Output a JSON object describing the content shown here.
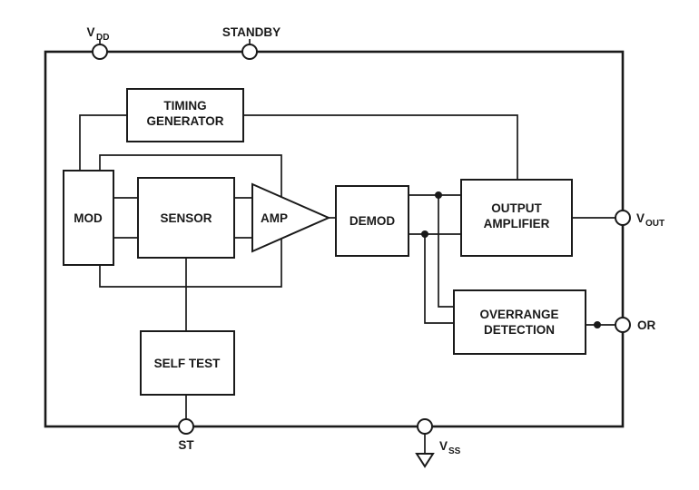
{
  "diagram": {
    "title": "functional-block-diagram",
    "colors": {
      "background": "#ffffff",
      "line": "#1a1a1a"
    },
    "pins": {
      "vdd": {
        "main": "V",
        "sub": "DD"
      },
      "standby": {
        "label": "STANDBY"
      },
      "vout": {
        "main": "V",
        "sub": "OUT"
      },
      "or": {
        "label": "OR"
      },
      "st": {
        "label": "ST"
      },
      "vss": {
        "main": "V",
        "sub": "SS"
      }
    },
    "blocks": {
      "timing_generator": {
        "line1": "TIMING",
        "line2": "GENERATOR"
      },
      "mod": {
        "label": "MOD"
      },
      "sensor": {
        "label": "SENSOR"
      },
      "amp": {
        "label": "AMP"
      },
      "demod": {
        "label": "DEMOD"
      },
      "output_amplifier": {
        "line1": "OUTPUT",
        "line2": "AMPLIFIER"
      },
      "overrange_detection": {
        "line1": "OVERRANGE",
        "line2": "DETECTION"
      },
      "self_test": {
        "label": "SELF TEST"
      }
    }
  }
}
